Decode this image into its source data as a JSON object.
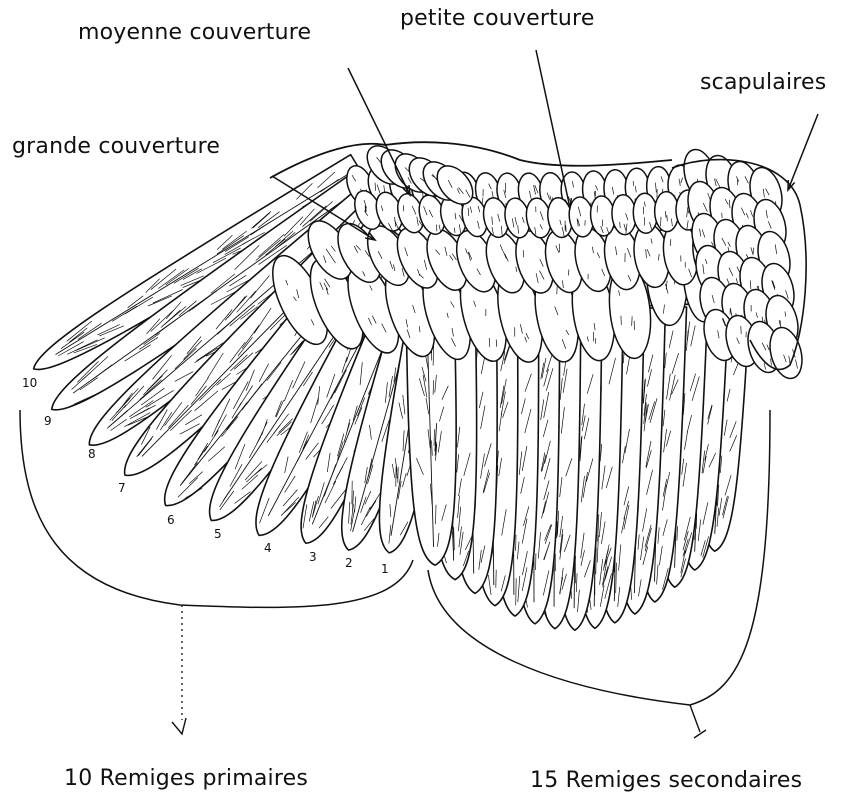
{
  "labels": {
    "moyenne": "moyenne couverture",
    "petite": "petite couverture",
    "grande": "grande couverture",
    "scapulaires": "scapulaires",
    "primaires": "10 Remiges primaires",
    "secondaires": "15 Remiges secondaires"
  },
  "primary_numbers": [
    "10",
    "9",
    "8",
    "7",
    "6",
    "5",
    "4",
    "3",
    "2",
    "1"
  ],
  "colors": {
    "ink": "#111111",
    "paper": "#ffffff"
  }
}
